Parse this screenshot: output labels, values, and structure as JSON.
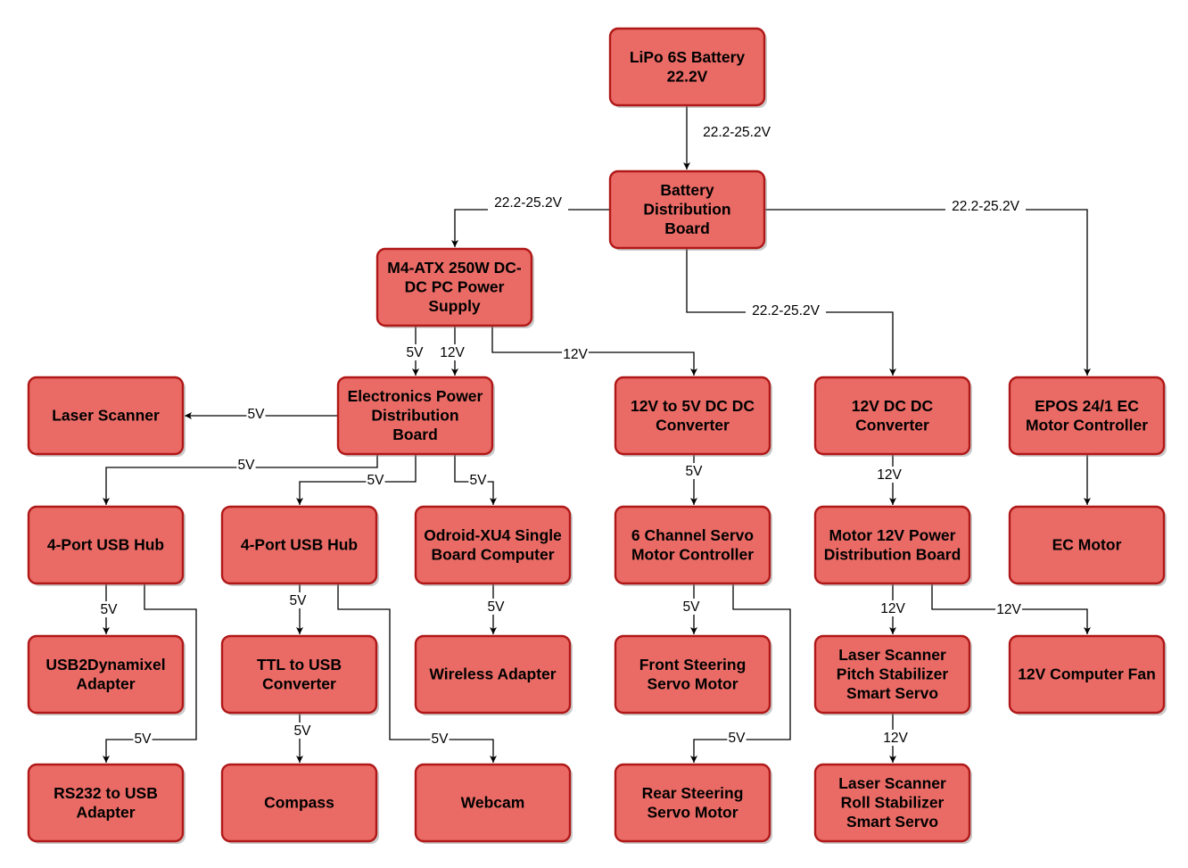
{
  "nodes": [
    {
      "id": "battery",
      "lines": [
        "LiPo 6S Battery",
        "22.2V"
      ]
    },
    {
      "id": "bdb",
      "lines": [
        "Battery",
        "Distribution",
        "Board"
      ]
    },
    {
      "id": "m4atx",
      "lines": [
        "M4-ATX 250W DC-",
        "DC PC Power",
        "Supply"
      ]
    },
    {
      "id": "laser",
      "lines": [
        "Laser Scanner"
      ]
    },
    {
      "id": "epdb",
      "lines": [
        "Electronics Power",
        "Distribution",
        "Board"
      ]
    },
    {
      "id": "conv12to5",
      "lines": [
        "12V to 5V DC DC",
        "Converter"
      ]
    },
    {
      "id": "conv12",
      "lines": [
        "12V DC DC",
        "Converter"
      ]
    },
    {
      "id": "epos",
      "lines": [
        "EPOS 24/1 EC",
        "Motor Controller"
      ]
    },
    {
      "id": "hub1",
      "lines": [
        "4-Port USB Hub"
      ]
    },
    {
      "id": "hub2",
      "lines": [
        "4-Port USB Hub"
      ]
    },
    {
      "id": "odroid",
      "lines": [
        "Odroid-XU4 Single",
        "Board Computer"
      ]
    },
    {
      "id": "servoctl",
      "lines": [
        "6 Channel Servo",
        "Motor Controller"
      ]
    },
    {
      "id": "mpdb",
      "lines": [
        "Motor 12V Power",
        "Distribution Board"
      ]
    },
    {
      "id": "ecmotor",
      "lines": [
        "EC Motor"
      ]
    },
    {
      "id": "usb2dyn",
      "lines": [
        "USB2Dynamixel",
        "Adapter"
      ]
    },
    {
      "id": "ttl",
      "lines": [
        "TTL to USB",
        "Converter"
      ]
    },
    {
      "id": "wireless",
      "lines": [
        "Wireless Adapter"
      ]
    },
    {
      "id": "frontservo",
      "lines": [
        "Front Steering",
        "Servo Motor"
      ]
    },
    {
      "id": "pitch",
      "lines": [
        "Laser Scanner",
        "Pitch Stabilizer",
        "Smart Servo"
      ]
    },
    {
      "id": "fan",
      "lines": [
        "12V Computer Fan"
      ]
    },
    {
      "id": "rs232",
      "lines": [
        "RS232 to USB",
        "Adapter"
      ]
    },
    {
      "id": "compass",
      "lines": [
        "Compass"
      ]
    },
    {
      "id": "webcam",
      "lines": [
        "Webcam"
      ]
    },
    {
      "id": "rearservo",
      "lines": [
        "Rear Steering",
        "Servo Motor"
      ]
    },
    {
      "id": "roll",
      "lines": [
        "Laser Scanner",
        "Roll Stabilizer",
        "Smart Servo"
      ]
    }
  ],
  "edges": [
    {
      "from": "battery",
      "to": "bdb",
      "label": "22.2-25.2V"
    },
    {
      "from": "bdb",
      "to": "m4atx",
      "label": "22.2-25.2V"
    },
    {
      "from": "bdb",
      "to": "epos",
      "label": "22.2-25.2V"
    },
    {
      "from": "bdb",
      "to": "conv12",
      "label": "22.2-25.2V"
    },
    {
      "from": "m4atx",
      "to": "epdb",
      "label": "5V"
    },
    {
      "from": "m4atx",
      "to": "epdb",
      "label": "12V"
    },
    {
      "from": "m4atx",
      "to": "conv12to5",
      "label": "12V"
    },
    {
      "from": "epdb",
      "to": "laser",
      "label": "5V"
    },
    {
      "from": "epdb",
      "to": "hub1",
      "label": "5V"
    },
    {
      "from": "epdb",
      "to": "hub2",
      "label": "5V"
    },
    {
      "from": "epdb",
      "to": "odroid",
      "label": "5V"
    },
    {
      "from": "conv12to5",
      "to": "servoctl",
      "label": "5V"
    },
    {
      "from": "conv12",
      "to": "mpdb",
      "label": "12V"
    },
    {
      "from": "epos",
      "to": "ecmotor",
      "label": ""
    },
    {
      "from": "hub1",
      "to": "usb2dyn",
      "label": "5V"
    },
    {
      "from": "hub1",
      "to": "rs232",
      "label": "5V"
    },
    {
      "from": "hub2",
      "to": "ttl",
      "label": "5V"
    },
    {
      "from": "hub2",
      "to": "webcam",
      "label": "5V"
    },
    {
      "from": "odroid",
      "to": "wireless",
      "label": "5V"
    },
    {
      "from": "servoctl",
      "to": "frontservo",
      "label": "5V"
    },
    {
      "from": "servoctl",
      "to": "rearservo",
      "label": "5V"
    },
    {
      "from": "mpdb",
      "to": "pitch",
      "label": "12V"
    },
    {
      "from": "mpdb",
      "to": "fan",
      "label": "12V"
    },
    {
      "from": "ttl",
      "to": "compass",
      "label": "5V"
    },
    {
      "from": "pitch",
      "to": "roll",
      "label": "12V"
    }
  ],
  "colors": {
    "node_fill": "#ea6b66",
    "node_stroke": "#b01818",
    "edge": "#000000"
  }
}
